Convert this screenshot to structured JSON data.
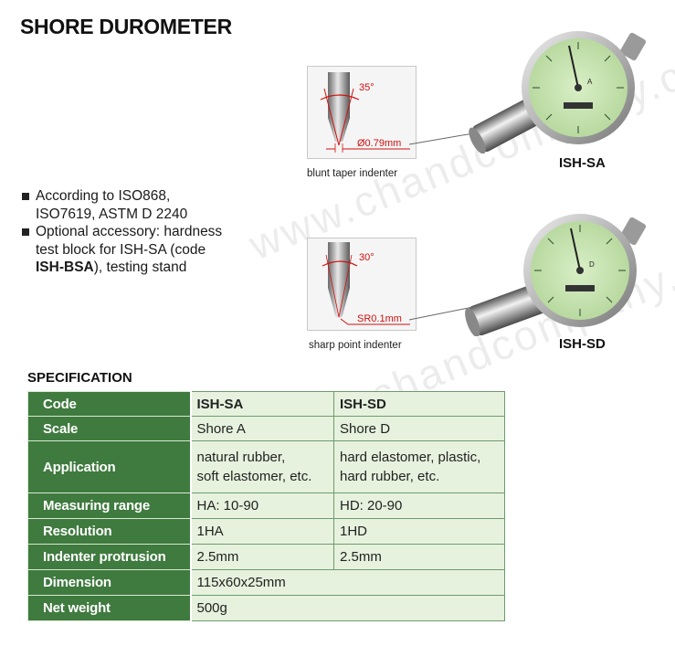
{
  "page_title": "SHORE DUROMETER",
  "watermark": "www.chandcompany.com",
  "features": [
    {
      "text_before": "According to ISO868, ISO7619, ASTM D 2240",
      "bold": "",
      "text_after": ""
    },
    {
      "text_before": "Optional accessory: hardness test block for ISH-SA (code ",
      "bold": "ISH-BSA",
      "text_after": "), testing stand"
    }
  ],
  "products": [
    {
      "model": "ISH-SA",
      "caption": "blunt taper indenter",
      "angle_label": "35°",
      "tip_label": "Ø0.79mm",
      "dial_marking": "A"
    },
    {
      "model": "ISH-SD",
      "caption": "sharp point indenter",
      "angle_label": "30°",
      "tip_label": "SR0.1mm",
      "dial_marking": "D"
    }
  ],
  "spec": {
    "heading": "SPECIFICATION",
    "rows": [
      {
        "label": "Code",
        "sa": "ISH-SA",
        "sd": "ISH-SD"
      },
      {
        "label": "Scale",
        "sa": "Shore A",
        "sd": "Shore D"
      },
      {
        "label": "Application",
        "sa_lines": [
          "natural rubber,",
          "soft elastomer, etc."
        ],
        "sd_lines": [
          "hard elastomer, plastic,",
          "hard rubber, etc."
        ]
      },
      {
        "label": "Measuring range",
        "sa": "HA: 10-90",
        "sd": "HD: 20-90"
      },
      {
        "label": "Resolution",
        "sa": "1HA",
        "sd": "1HD"
      },
      {
        "label": "Indenter protrusion",
        "sa": "2.5mm",
        "sd": "2.5mm"
      },
      {
        "label": "Dimension",
        "both": "115x60x25mm"
      },
      {
        "label": "Net weight",
        "both": "500g"
      }
    ]
  },
  "colors": {
    "label_bg": "#3f7a3f",
    "value_bg": "#e6f2de",
    "dial_face": "#cfe8b8",
    "dimension_red": "#d01010"
  }
}
